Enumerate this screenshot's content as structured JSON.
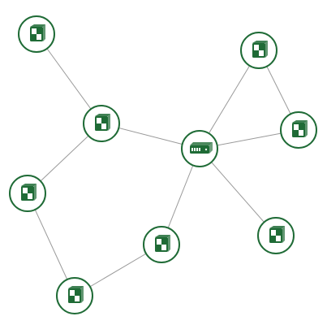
{
  "diagram": {
    "type": "network-topology",
    "colors": {
      "node_stroke": "#1f6b36",
      "icon": "#1f6b36",
      "edge": "#9a9a9a",
      "background": "#ffffff"
    },
    "nodes": [
      {
        "id": "n1",
        "kind": "endpoint",
        "icon": "cube-icon"
      },
      {
        "id": "n2",
        "kind": "endpoint",
        "icon": "cube-icon"
      },
      {
        "id": "n3",
        "kind": "endpoint",
        "icon": "cube-icon"
      },
      {
        "id": "n4",
        "kind": "endpoint",
        "icon": "cube-icon"
      },
      {
        "id": "n5",
        "kind": "endpoint",
        "icon": "cube-icon"
      },
      {
        "id": "n6",
        "kind": "endpoint",
        "icon": "cube-icon"
      },
      {
        "id": "n7",
        "kind": "endpoint",
        "icon": "cube-icon"
      },
      {
        "id": "n8",
        "kind": "endpoint",
        "icon": "cube-icon"
      },
      {
        "id": "n9",
        "kind": "endpoint",
        "icon": "cube-icon"
      },
      {
        "id": "hub",
        "kind": "router",
        "icon": "router-icon"
      }
    ],
    "edges": [
      [
        "n1",
        "n2"
      ],
      [
        "n2",
        "hub"
      ],
      [
        "n2",
        "n3"
      ],
      [
        "n3",
        "n4"
      ],
      [
        "n4",
        "n5"
      ],
      [
        "n5",
        "hub"
      ],
      [
        "hub",
        "n6"
      ],
      [
        "hub",
        "n7"
      ],
      [
        "n6",
        "n7"
      ],
      [
        "hub",
        "n8"
      ]
    ]
  }
}
